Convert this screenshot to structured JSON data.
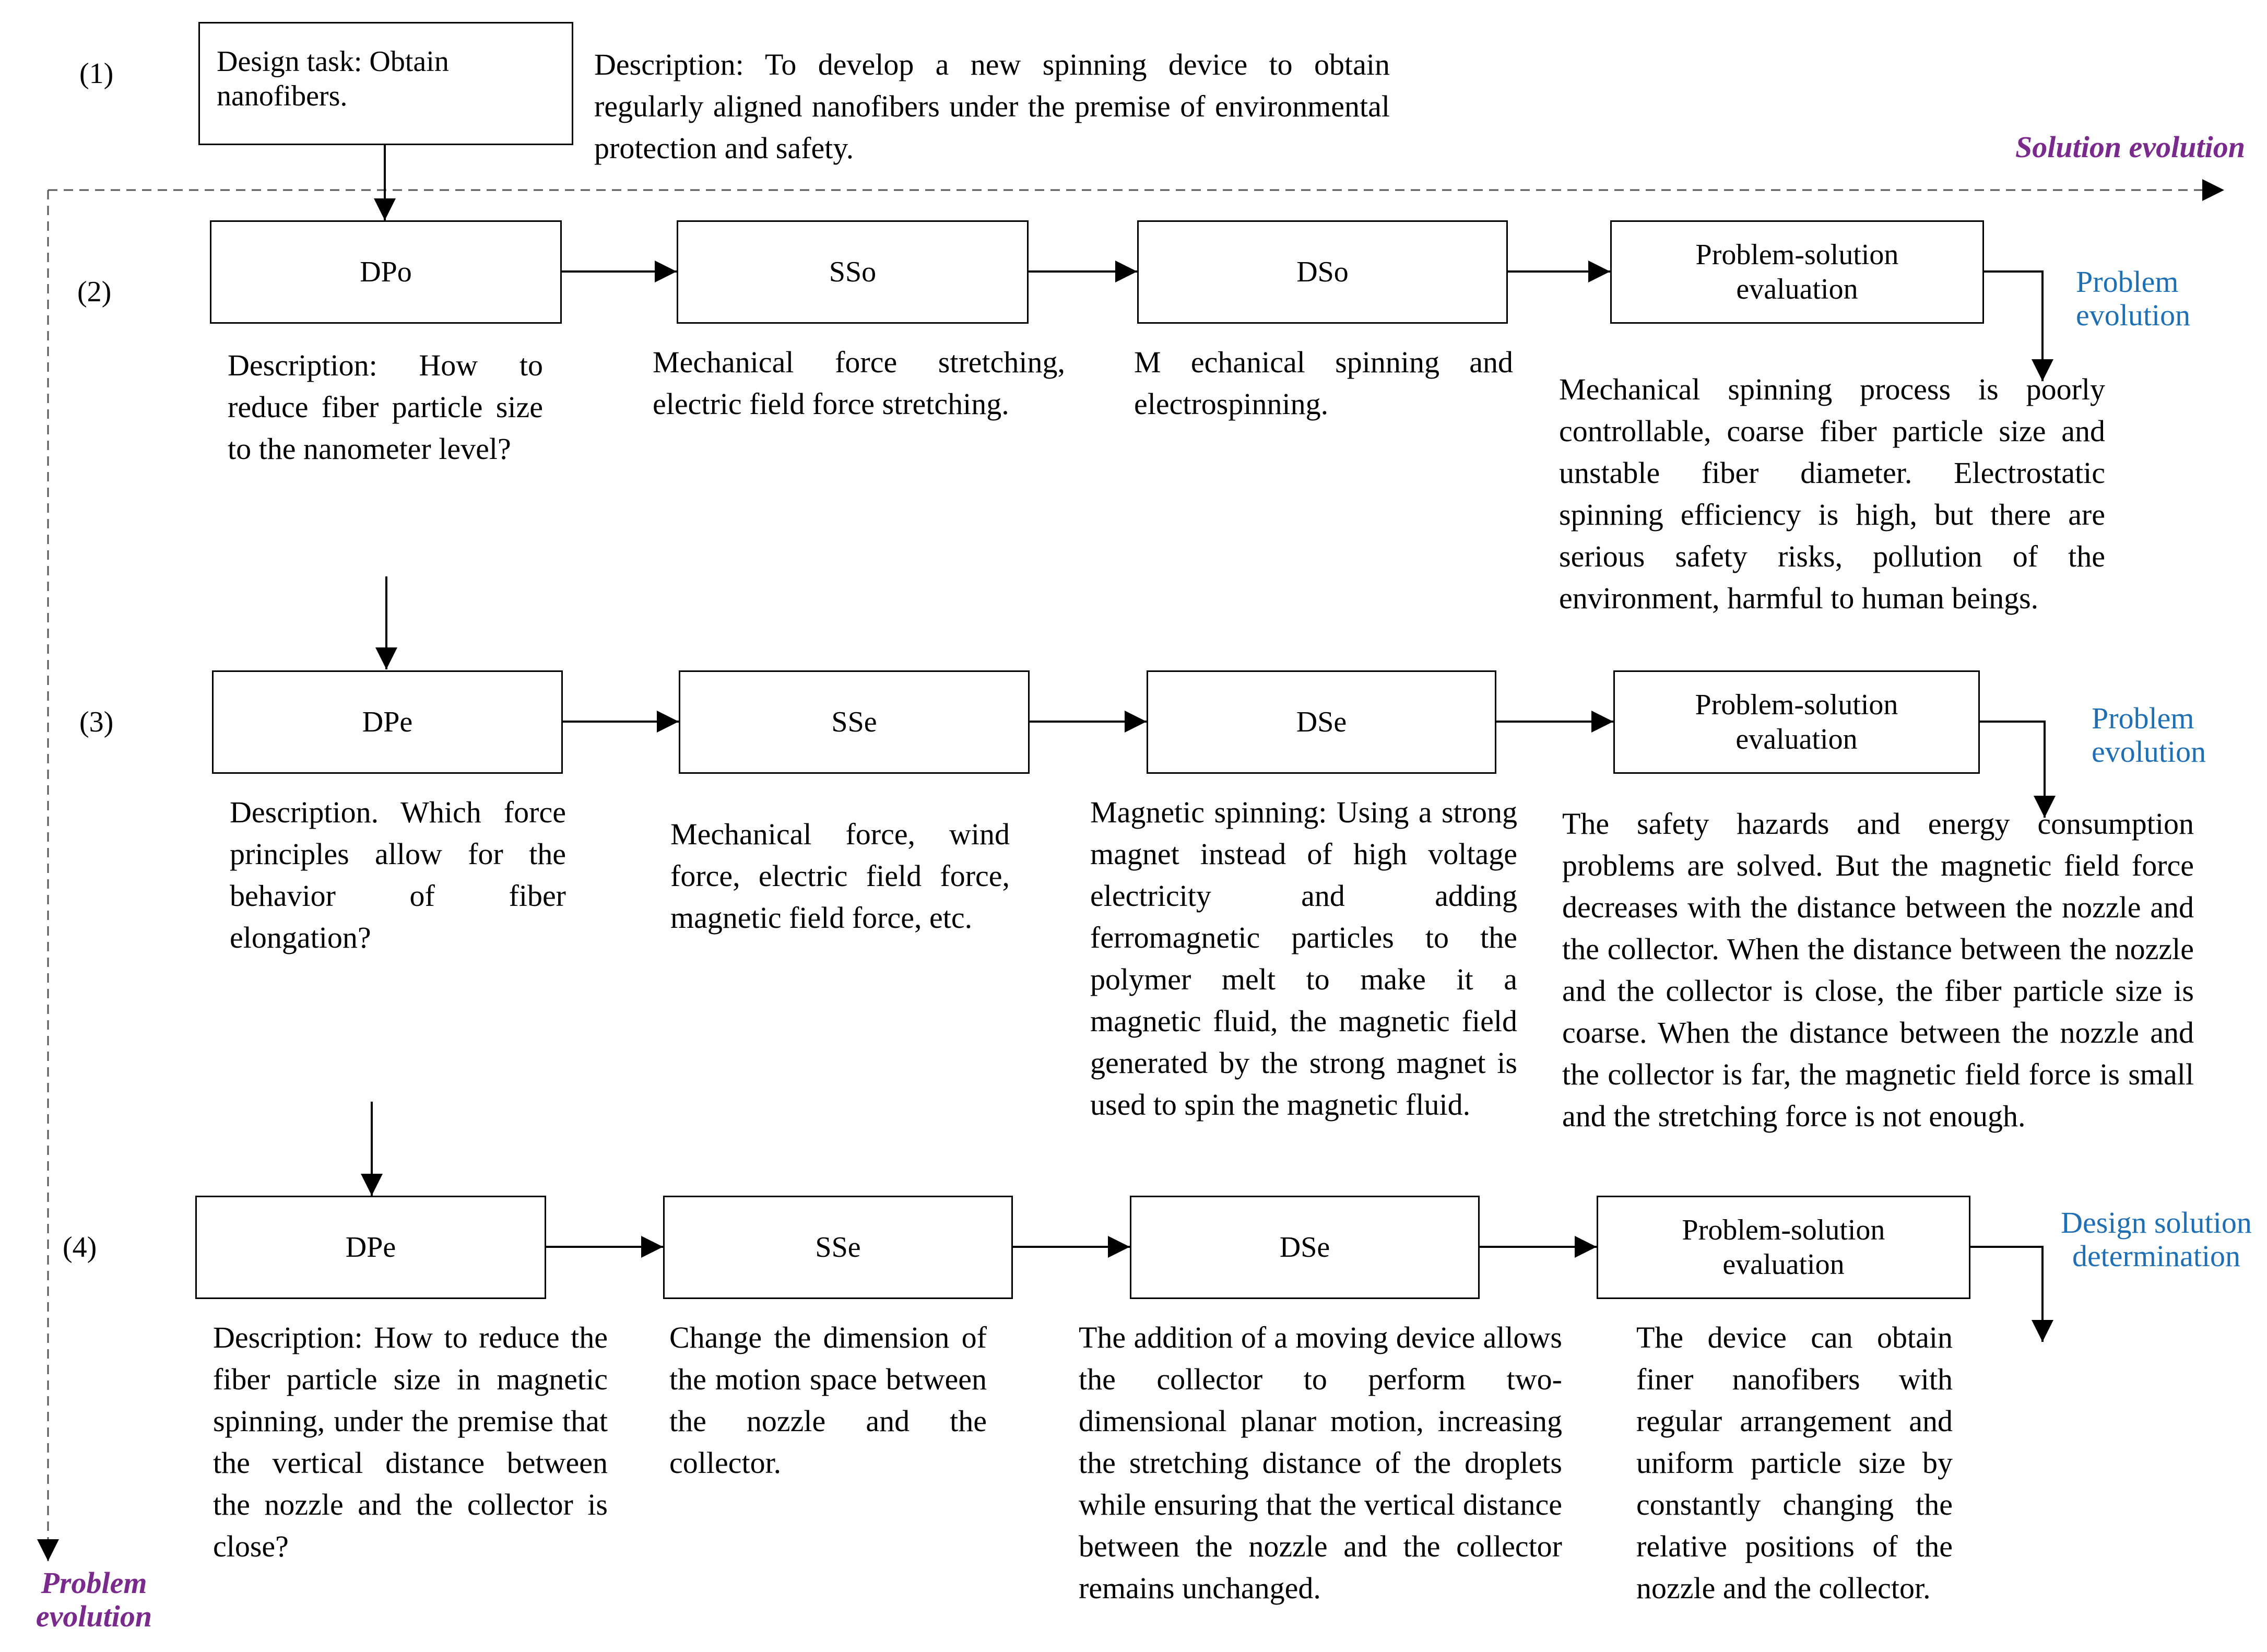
{
  "colors": {
    "evolution_label": "#1f6fb5",
    "axis_label": "#7a2a8c",
    "line": "#000000"
  },
  "row_numbers": [
    "(1)",
    "(2)",
    "(3)",
    "(4)"
  ],
  "design_task": {
    "box": "Design task: Obtain nanofibers.",
    "description": "Description: To develop a new spinning device to obtain regularly aligned nanofibers under the premise of environmental protection and safety."
  },
  "axes": {
    "solution_evolution": "Solution evolution",
    "problem_evolution": "Problem evolution"
  },
  "rows": [
    {
      "boxes": [
        "DPo",
        "SSo",
        "DSo",
        "Problem-solution evaluation"
      ],
      "texts": [
        "Description: How to reduce fiber particle size to the nanometer level?",
        "Mechanical force stretching, electric field force stretching.",
        "M echanical spinning and electrospinning.",
        "Mechanical spinning process is poorly controllable, coarse fiber particle size and unstable fiber diameter. Electrostatic spinning efficiency is high, but there are serious safety risks, pollution of the environment, harmful to human beings."
      ],
      "evolution": "Problem evolution"
    },
    {
      "boxes": [
        "DPe",
        "SSe",
        "DSe",
        "Problem-solution evaluation"
      ],
      "texts": [
        "Description. Which force principles allow for the behavior of fiber elongation?",
        "Mechanical force, wind force, electric field force, magnetic field force, etc.",
        "Magnetic spinning: Using a strong magnet instead of high voltage electricity and adding ferromagnetic particles to the polymer melt to make it a magnetic fluid, the magnetic field generated by the strong magnet is used to spin the magnetic fluid.",
        "The safety hazards and energy consumption problems are solved. But the magnetic field force decreases with the distance between the nozzle and the collector. When the distance between the nozzle and the collector is close, the fiber particle size is coarse. When the distance between the nozzle and the collector is far, the magnetic field force is small and the stretching force is not enough."
      ],
      "evolution": "Problem evolution"
    },
    {
      "boxes": [
        "DPe",
        "SSe",
        "DSe",
        "Problem-solution evaluation"
      ],
      "texts": [
        "Description: How to reduce the fiber particle size in magnetic spinning, under the premise that the vertical distance between the nozzle and the collector is close?",
        "Change the dimension of the motion space between the nozzle and the collector.",
        "The addition of a moving device allows the collector to perform two-dimensional planar motion, increasing the stretching distance of the droplets while ensuring that the vertical distance between the nozzle and the collector remains unchanged.",
        "The device can obtain finer nanofibers with regular arrangement and uniform particle size by constantly changing the relative positions of the nozzle and the collector."
      ],
      "evolution": "Design solution determination"
    }
  ]
}
